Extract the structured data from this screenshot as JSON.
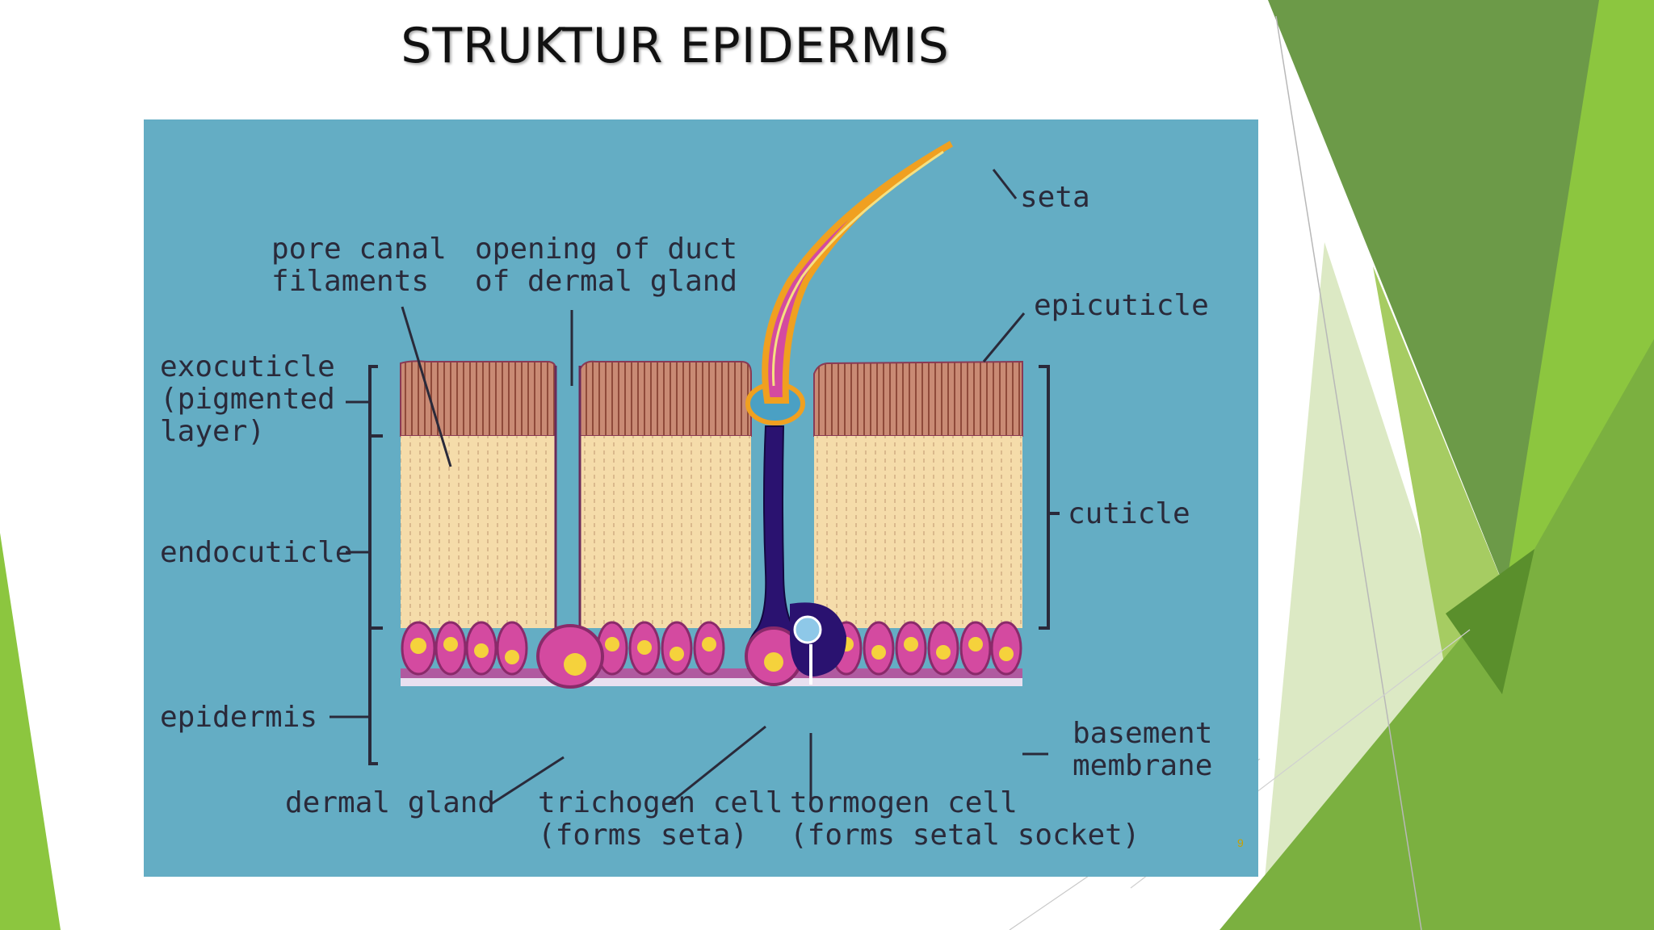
{
  "slide": {
    "title": "STRUKTUR EPIDERMIS",
    "page_number": "9"
  },
  "diagram": {
    "labels": {
      "seta": "seta",
      "pore_canal_1": "pore canal",
      "pore_canal_2": "filaments",
      "opening_1": "opening of duct",
      "opening_2": "of dermal gland",
      "epicuticle": "epicuticle",
      "exocuticle_1": "exocuticle",
      "exocuticle_2": "(pigmented",
      "exocuticle_3": "layer)",
      "cuticle": "cuticle",
      "endocuticle": "endocuticle",
      "epidermis": "epidermis",
      "basement_1": "basement",
      "basement_2": "membrane",
      "dermal_gland": "dermal gland",
      "trichogen_1": "trichogen cell",
      "trichogen_2": "(forms seta)",
      "tormogen_1": "tormogen cell",
      "tormogen_2": "(forms setal socket)"
    },
    "colors": {
      "background": "#64adc4",
      "exocuticle": "#c98a74",
      "endocuticle": "#f5dcaa",
      "epidermis_cell": "#d44aa0",
      "nucleus": "#f5d23c",
      "seta": "#f0a020",
      "trichogen": "#3a1a7a"
    }
  }
}
